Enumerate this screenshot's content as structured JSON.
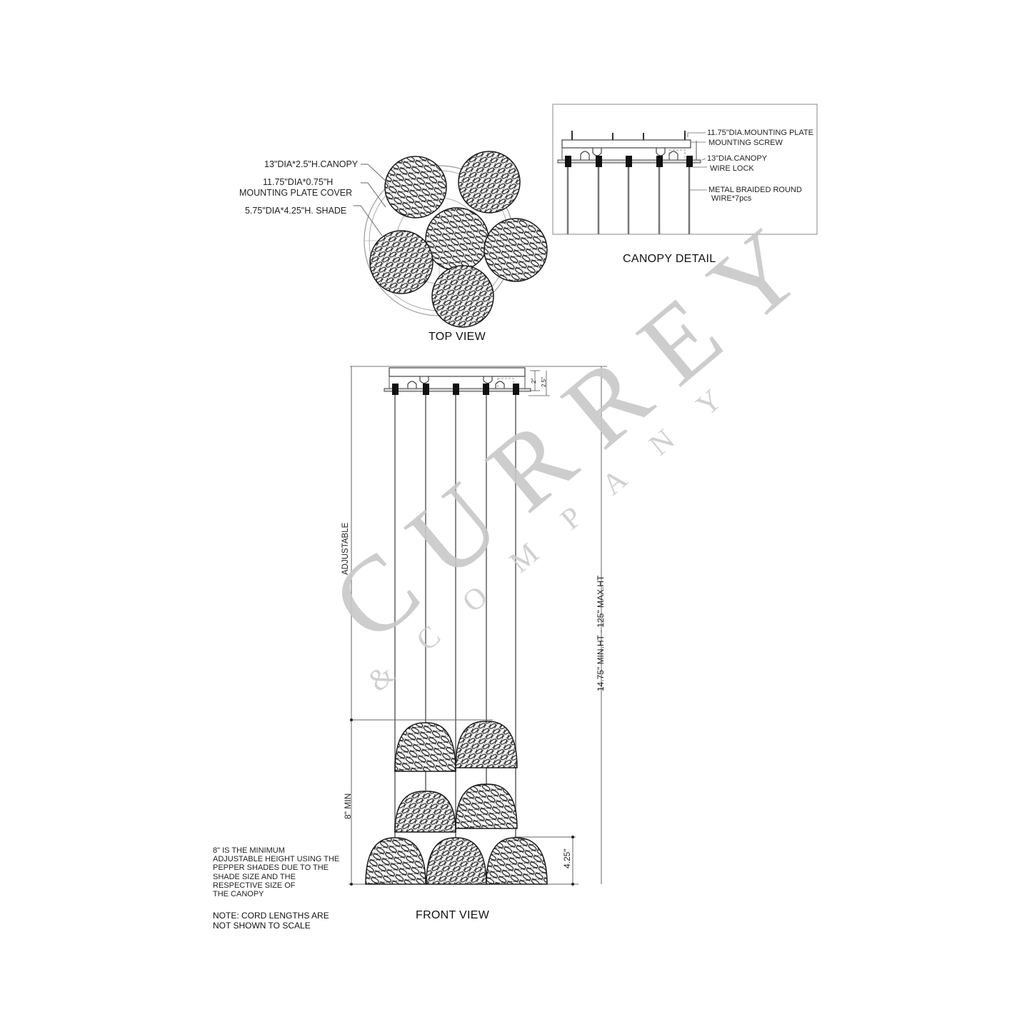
{
  "top_view": {
    "title": "TOP VIEW",
    "callouts": [
      {
        "text": "13\"DIA*2.5\"H.CANOPY"
      },
      {
        "line1": "11.75\"DIA*0.75\"H",
        "line2": "MOUNTING PLATE COVER"
      },
      {
        "text": "5.75\"DIA*4.25\"H. SHADE"
      }
    ],
    "shade_count": 6
  },
  "canopy_detail": {
    "title": "CANOPY DETAIL",
    "callouts": [
      {
        "text": "11.75\"DIA.MOUNTING PLATE"
      },
      {
        "text": "MOUNTING SCREW"
      },
      {
        "text": "13\"DIA.CANOPY"
      },
      {
        "text": "WIRE LOCK"
      },
      {
        "line1": "METAL BRAIDED ROUND",
        "line2": "WIRE*7pcs"
      }
    ]
  },
  "front_view": {
    "title": "FRONT VIEW",
    "dimensions": {
      "adjustable": "ADJUSTABLE",
      "overall_height": "14.75\" MIN.HT - 125\" MAX.HT",
      "min_height": "8\" MIN",
      "shade_height": "4.25\"",
      "canopy_inner": "2\"",
      "canopy_outer": "2.5\""
    },
    "shade_rows": [
      2,
      2,
      3
    ]
  },
  "notes": {
    "min_height_note": [
      "8\" IS THE MINIMUM",
      "ADJUSTABLE HEIGHT USING THE",
      "PEPPER SHADES DUE TO THE",
      "SHADE SIZE AND THE",
      "RESPECTIVE SIZE OF",
      "THE CANOPY"
    ],
    "cord_note": [
      "NOTE: CORD LENGTHS ARE",
      "NOT SHOWN TO SCALE"
    ]
  },
  "watermark": {
    "brand": "CURREY",
    "sub": "& COMPANY",
    "color": "#c8c8c8"
  }
}
